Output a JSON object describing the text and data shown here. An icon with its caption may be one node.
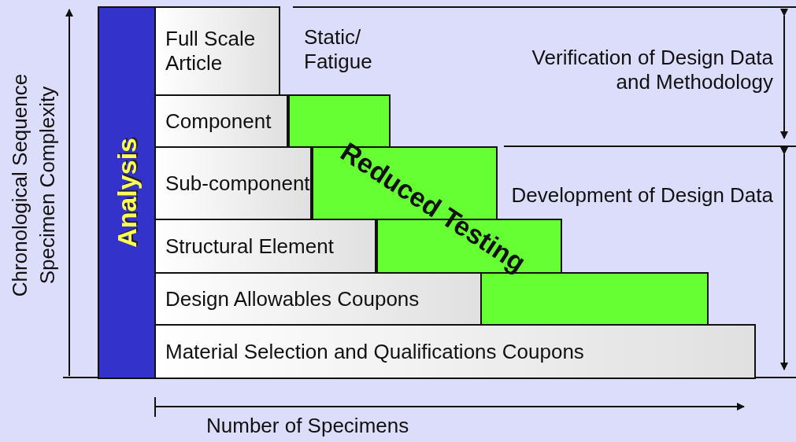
{
  "diagram": {
    "nodes": [
      {
        "text": [
          "Analysis"
        ]
      },
      {
        "text": [
          "Full Scale Article"
        ]
      },
      {
        "text": [
          "Component"
        ]
      },
      {
        "text": [],
        "shape": "bar"
      },
      {
        "text": [
          "Sub-component"
        ]
      },
      {
        "text": [],
        "shape": "bar"
      },
      {
        "text": [
          "Structural Element"
        ]
      },
      {
        "text": [],
        "shape": "bar"
      },
      {
        "text": [
          "Design Allowables Coupons"
        ]
      },
      {
        "text": [],
        "shape": "bar"
      },
      {
        "text": [
          "Material Selection and Qualifications Coupons"
        ]
      }
    ],
    "labels": [
      "Static/ Fatigue",
      "Verification of Design Data and Methodology",
      "Reduced Testing",
      "Development of Design Data",
      "Chronological Sequence",
      "Specimen Complexity",
      "Number of Specimens"
    ]
  }
}
